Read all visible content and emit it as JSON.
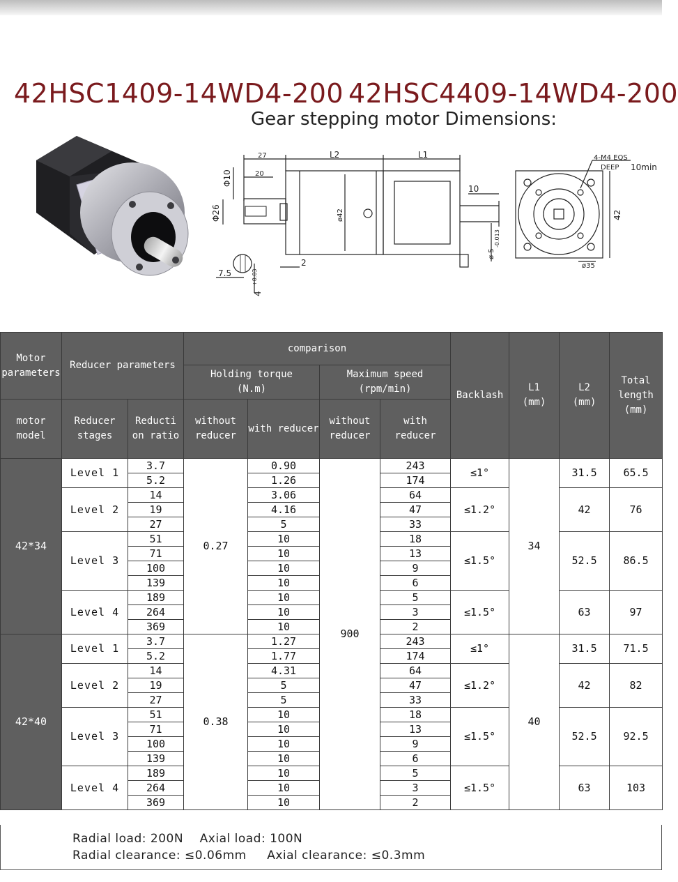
{
  "titles": {
    "model_1": "42HSC1409-14WD4-200",
    "model_2": "42HSC4409-14WD4-200",
    "subtitle": "Gear stepping motor Dimensions:"
  },
  "drawing_labels": {
    "d27": "27",
    "d20": "20",
    "l2": "L2",
    "l1": "L1",
    "phi10": "Φ10",
    "phi26": "Φ26",
    "phi42": "ø42",
    "d10": "10",
    "phi5": "ø 5",
    "phi5_tol": "-0.013",
    "d7_5": "7.5",
    "d2": "2",
    "d4": "4",
    "d4_tol": "+0.03",
    "thread": "4-M4 EQS",
    "deep": "DEEP",
    "deep_val": "10min",
    "sq42": "42",
    "phi35": "ø35"
  },
  "table": {
    "headers": {
      "motor_parameters": "Motor parameters",
      "reducer_parameters": "Reducer parameters",
      "comparison": "comparison",
      "holding_torque": "Holding torque\n(N.m)",
      "maximum_speed": "Maximum speed\n(rpm/min)",
      "backlash": "Backlash",
      "l1": "L1\n(mm)",
      "l2": "L2\n(mm)",
      "total_length": "Total length\n(mm)",
      "motor_model": "motor model",
      "reducer_stages": "Reducer stages",
      "reduction_ratio": "Reducti on ratio",
      "without_reducer_torque": "without reducer",
      "with_reducer_torque": "with reducer",
      "without_reducer_speed": "without reducer",
      "with_reducer_speed": "with reducer"
    },
    "motors": [
      {
        "model": "42*34",
        "torque_without": "0.27",
        "l1": "34",
        "stages": [
          {
            "level": "Level 1",
            "backlash": "≤1°",
            "l2": "31.5",
            "total": "65.5",
            "rows": [
              {
                "ratio": "3.7",
                "torque": "0.90",
                "speed": "243"
              },
              {
                "ratio": "5.2",
                "torque": "1.26",
                "speed": "174"
              }
            ]
          },
          {
            "level": "Level 2",
            "backlash": "≤1.2°",
            "l2": "42",
            "total": "76",
            "rows": [
              {
                "ratio": "14",
                "torque": "3.06",
                "speed": "64"
              },
              {
                "ratio": "19",
                "torque": "4.16",
                "speed": "47"
              },
              {
                "ratio": "27",
                "torque": "5",
                "speed": "33"
              }
            ]
          },
          {
            "level": "Level 3",
            "backlash": "≤1.5°",
            "l2": "52.5",
            "total": "86.5",
            "rows": [
              {
                "ratio": "51",
                "torque": "10",
                "speed": "18"
              },
              {
                "ratio": "71",
                "torque": "10",
                "speed": "13"
              },
              {
                "ratio": "100",
                "torque": "10",
                "speed": "9"
              },
              {
                "ratio": "139",
                "torque": "10",
                "speed": "6"
              }
            ]
          },
          {
            "level": "Level 4",
            "backlash": "≤1.5°",
            "l2": "63",
            "total": "97",
            "rows": [
              {
                "ratio": "189",
                "torque": "10",
                "speed": "5"
              },
              {
                "ratio": "264",
                "torque": "10",
                "speed": "3"
              },
              {
                "ratio": "369",
                "torque": "10",
                "speed": "2"
              }
            ]
          }
        ]
      },
      {
        "model": "42*40",
        "torque_without": "0.38",
        "l1": "40",
        "stages": [
          {
            "level": "Level 1",
            "backlash": "≤1°",
            "l2": "31.5",
            "total": "71.5",
            "rows": [
              {
                "ratio": "3.7",
                "torque": "1.27",
                "speed": "243"
              },
              {
                "ratio": "5.2",
                "torque": "1.77",
                "speed": "174"
              }
            ]
          },
          {
            "level": "Level 2",
            "backlash": "≤1.2°",
            "l2": "42",
            "total": "82",
            "rows": [
              {
                "ratio": "14",
                "torque": "4.31",
                "speed": "64"
              },
              {
                "ratio": "19",
                "torque": "5",
                "speed": "47"
              },
              {
                "ratio": "27",
                "torque": "5",
                "speed": "33"
              }
            ]
          },
          {
            "level": "Level 3",
            "backlash": "≤1.5°",
            "l2": "52.5",
            "total": "92.5",
            "rows": [
              {
                "ratio": "51",
                "torque": "10",
                "speed": "18"
              },
              {
                "ratio": "71",
                "torque": "10",
                "speed": "13"
              },
              {
                "ratio": "100",
                "torque": "10",
                "speed": "9"
              },
              {
                "ratio": "139",
                "torque": "10",
                "speed": "6"
              }
            ]
          },
          {
            "level": "Level 4",
            "backlash": "≤1.5°",
            "l2": "63",
            "total": "103",
            "rows": [
              {
                "ratio": "189",
                "torque": "10",
                "speed": "5"
              },
              {
                "ratio": "264",
                "torque": "10",
                "speed": "3"
              },
              {
                "ratio": "369",
                "torque": "10",
                "speed": "2"
              }
            ]
          }
        ]
      }
    ],
    "speed_without": "900"
  },
  "notes": {
    "line1": "Radial load: 200N    Axial load: 100N",
    "line2": "Radial clearance: ≤0.06mm     Axial clearance: ≤0.3mm"
  }
}
